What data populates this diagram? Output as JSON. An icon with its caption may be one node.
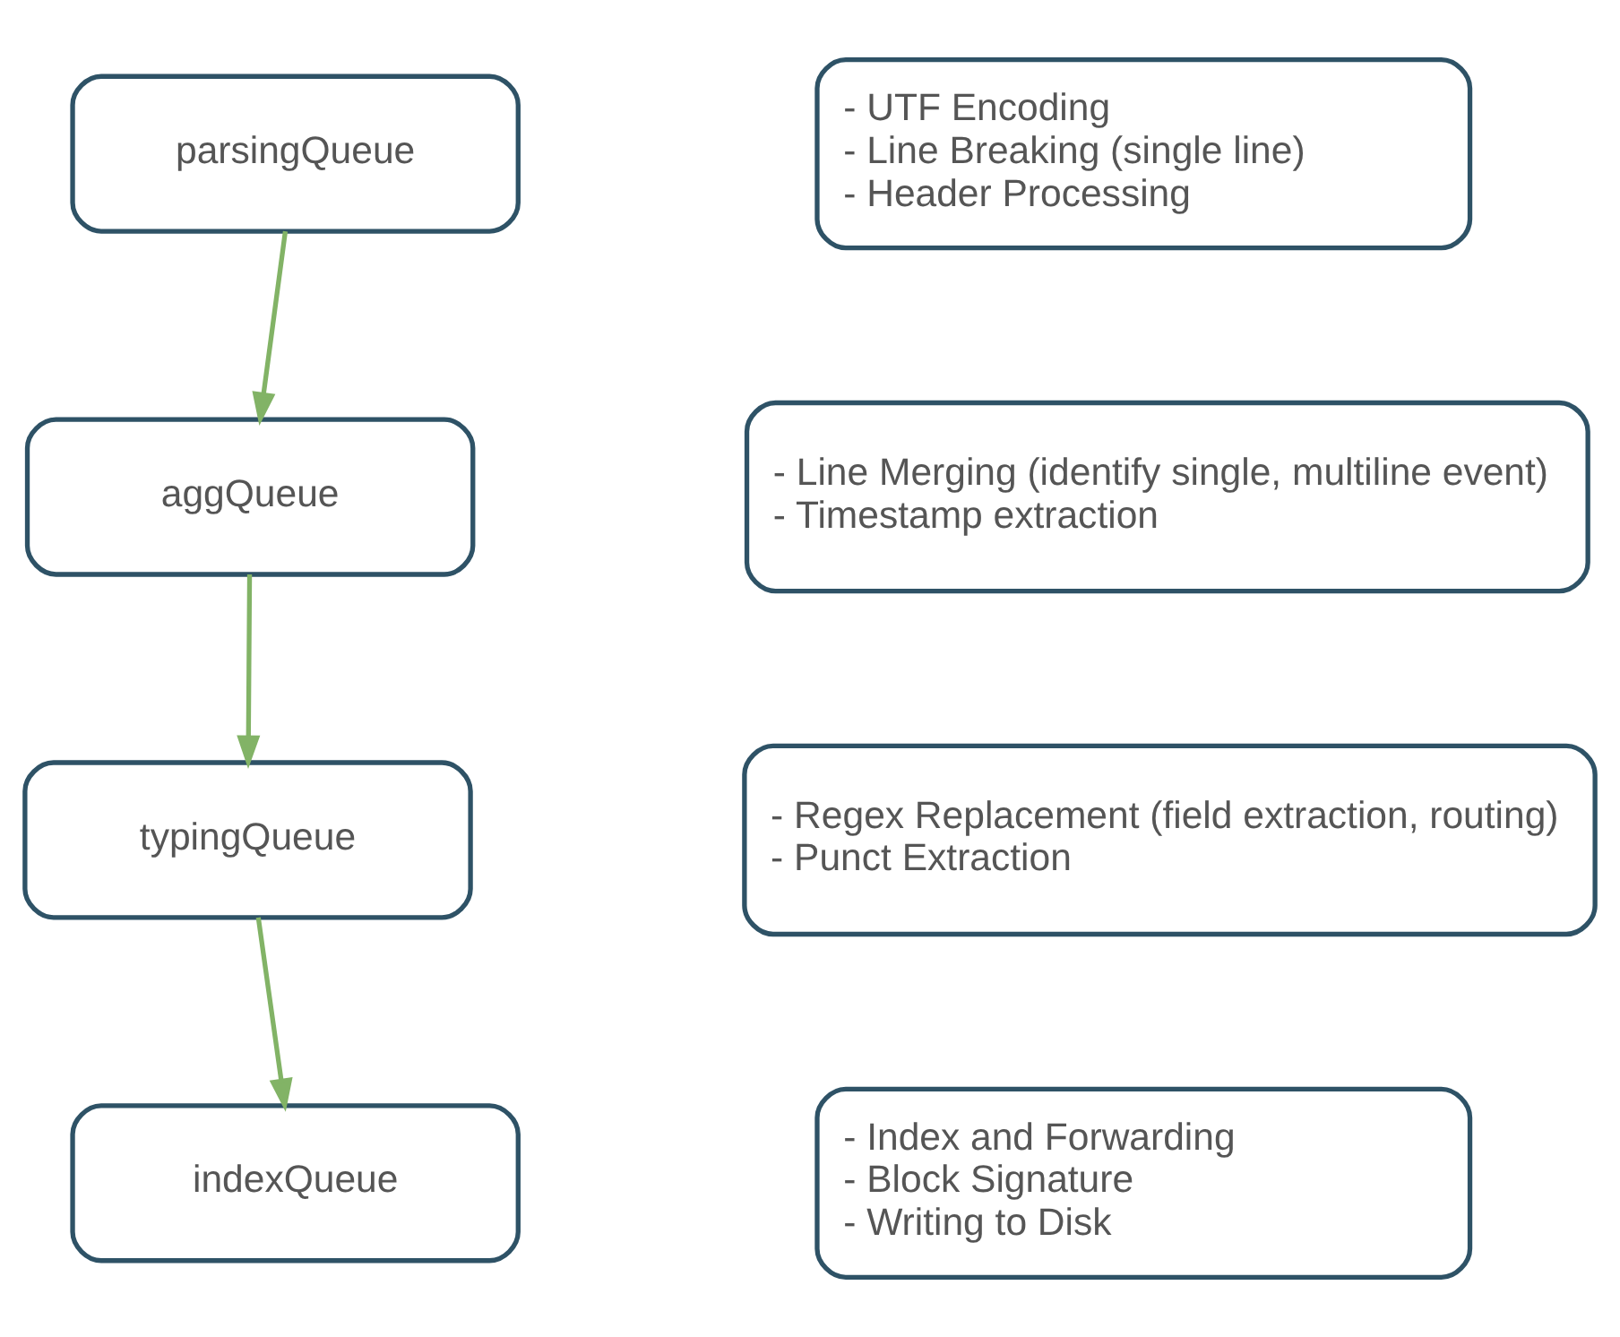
{
  "diagram": {
    "nodes": [
      {
        "text": [
          "parsingQueue"
        ]
      },
      {
        "text": [
          "- UTF Encoding",
          "- Line Breaking (single line)",
          "- Header Processing"
        ]
      },
      {
        "text": [
          "aggQueue"
        ]
      },
      {
        "text": [
          "- Line Merging (identify single, multiline event)",
          "- Timestamp extraction"
        ]
      },
      {
        "text": [
          "typingQueue"
        ]
      },
      {
        "text": [
          "- Regex Replacement (field extraction, routing)",
          "- Punct Extraction"
        ]
      },
      {
        "text": [
          "indexQueue"
        ]
      },
      {
        "text": [
          "- Index and Forwarding",
          "- Block Signature",
          "- Writing to Disk"
        ]
      }
    ],
    "edges": [
      {
        "from": 0,
        "to": 2,
        "arrow": "to"
      },
      {
        "from": 2,
        "to": 4,
        "arrow": "to"
      },
      {
        "from": 4,
        "to": 6,
        "arrow": "to"
      }
    ]
  }
}
